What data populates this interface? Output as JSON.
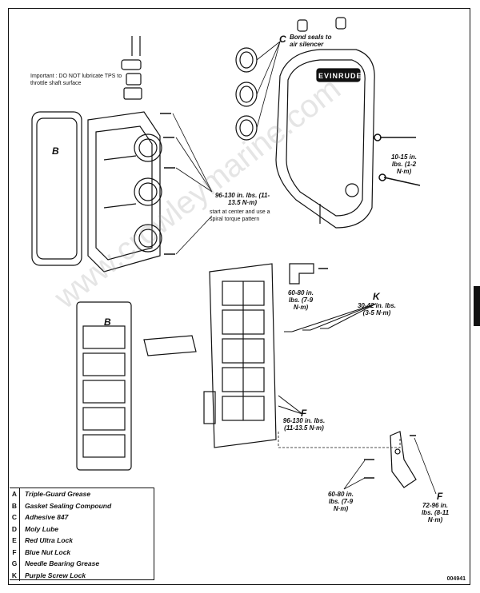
{
  "callouts": {
    "important": "Important : DO NOT lubricate TPS to throttle shaft surface",
    "c_letter": "C",
    "c_text": "Bond seals to air silencer",
    "b_letter_1": "B",
    "b_letter_2": "B",
    "torque_1": "96-130 in. lbs. (11-13.5 N·m)",
    "torque_1_note": "start at center and use a spiral torque pattern",
    "torque_2": "10-15 in. lbs. (1-2 N·m)",
    "torque_3": "60-80 in. lbs. (7-9 N·m)",
    "k_letter": "K",
    "torque_4": "30-42 in. lbs. (3-5 N·m)",
    "f_letter_1": "F",
    "torque_5": "96-130 in. lbs. (11-13.5 N·m)",
    "torque_6": "60-80 in. lbs. (7-9 N·m)",
    "f_letter_2": "F",
    "torque_7": "72-96 in. lbs. (8-11 N·m)",
    "brand": "EVINRUDE",
    "watermark": "www.crowleymarine.com"
  },
  "legend": [
    {
      "code": "A",
      "text": "Triple-Guard Grease"
    },
    {
      "code": "B",
      "text": "Gasket Sealing Compound"
    },
    {
      "code": "C",
      "text": "Adhesive 847"
    },
    {
      "code": "D",
      "text": "Moly Lube"
    },
    {
      "code": "E",
      "text": "Red Ultra Lock"
    },
    {
      "code": "F",
      "text": "Blue Nut Lock"
    },
    {
      "code": "G",
      "text": "Needle Bearing Grease"
    },
    {
      "code": "K",
      "text": "Purple Screw Lock"
    }
  ],
  "figure_id": "004941"
}
